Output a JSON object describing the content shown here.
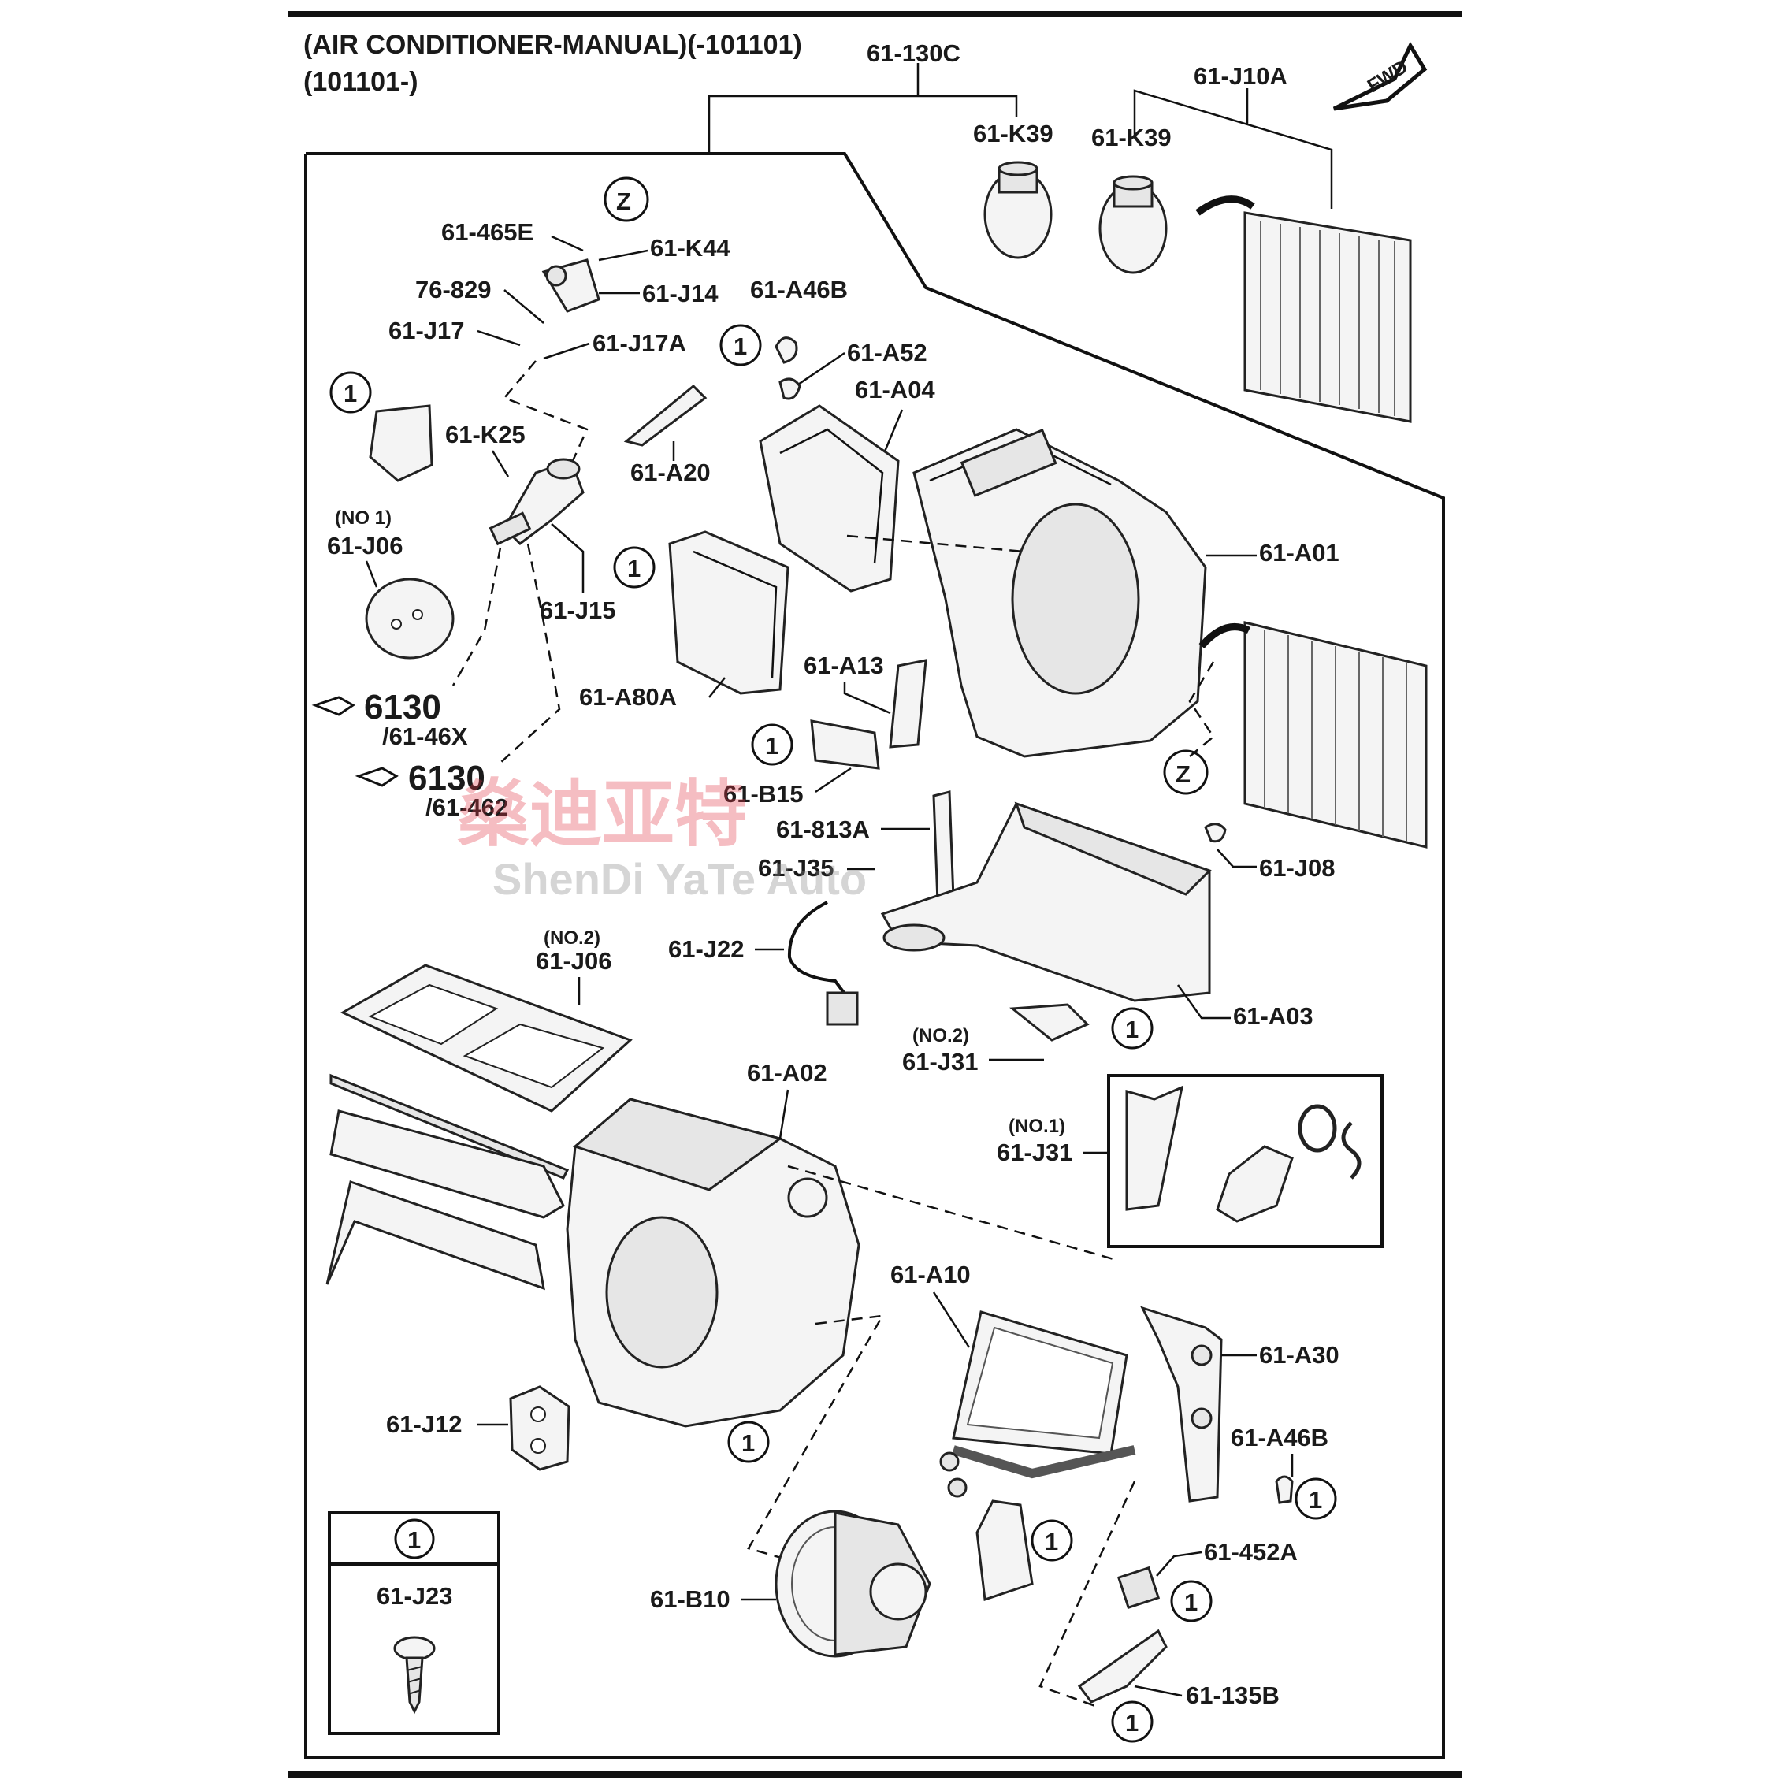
{
  "header": {
    "line1": "(AIR CONDITIONER-MANUAL)(-101101)",
    "line2": "(101101-)",
    "fwd": "FWD"
  },
  "watermark": {
    "cn": "燊迪亚特",
    "en": "ShenDi YaTe Auto"
  },
  "callouts": {
    "ref_one": "1",
    "ref_z": "Z"
  },
  "references": [
    {
      "main": "6130",
      "sub": "/61-46X"
    },
    {
      "main": "6130",
      "sub": "/61-462"
    }
  ],
  "qualifiers": {
    "no1": "(NO 1)",
    "no2": "(NO.2)",
    "no2b": "(NO.2)",
    "no1b": "(NO.1)"
  },
  "labels": {
    "l130c": "61-130C",
    "lj10a": "61-J10A",
    "lk39a": "61-K39",
    "lk39b": "61-K39",
    "l465e": "61-465E",
    "lk44": "61-K44",
    "l76829": "76-829",
    "lj14": "61-J14",
    "la46b_top": "61-A46B",
    "lj17": "61-J17",
    "lj17a": "61-J17A",
    "la52": "61-A52",
    "la04": "61-A04",
    "lk25": "61-K25",
    "la20": "61-A20",
    "lj06a": "61-J06",
    "la01": "61-A01",
    "lj15": "61-J15",
    "la13": "61-A13",
    "la80a": "61-A80A",
    "lb15": "61-B15",
    "l813a": "61-813A",
    "lj35": "61-J35",
    "lj08": "61-J08",
    "lj06b": "61-J06",
    "lj22": "61-J22",
    "la03": "61-A03",
    "lj31a": "61-J31",
    "la02": "61-A02",
    "lj31b": "61-J31",
    "la10": "61-A10",
    "la30": "61-A30",
    "lj12": "61-J12",
    "la46b_bot": "61-A46B",
    "l452a": "61-452A",
    "lb10": "61-B10",
    "l135b": "61-135B"
  },
  "legend": {
    "ref": "1",
    "part": "61-J23"
  }
}
